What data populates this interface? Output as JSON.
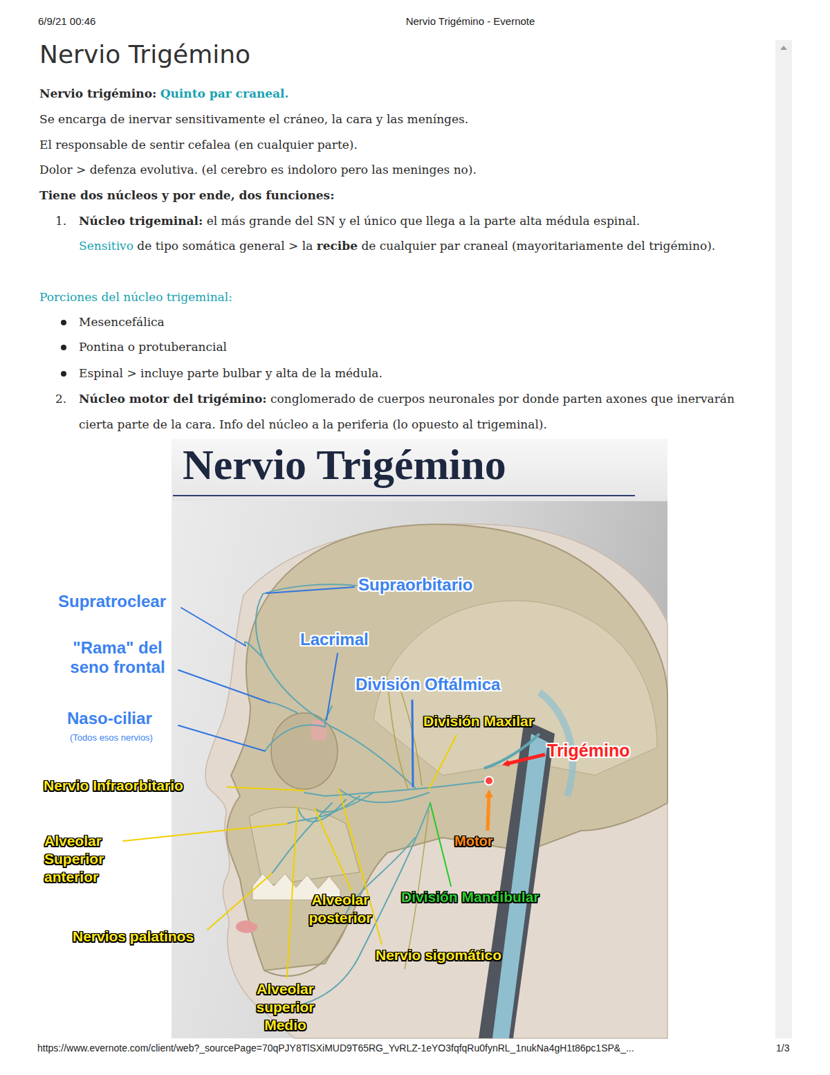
{
  "diagram": {
    "title": "Nervio Trigémino",
    "labels": [
      "6/9/21 00:46",
      "Nervio Trigémino - Evernote",
      "Nervio trigémino:",
      "Quinto par craneal.",
      "Se encarga de inervar sensitivamente el cráneo, la cara y las menínges.",
      "El responsable de sentir cefalea (en cualquier parte).",
      "Dolor > defenza evolutiva. (el cerebro es indoloro pero las meninges no).",
      "Tiene dos núcleos y por ende, dos funciones:",
      "1.",
      "Núcleo trigeminal:",
      "el más grande del SN y el único que llega a la parte alta médula espinal.",
      "Sensitivo",
      "de tipo somática general > la",
      "recibe",
      "de cualquier par craneal (mayoritariamente del trigémino).",
      "Porciones del núcleo trigeminal:",
      "Mesencefálica",
      "Pontina o protuberancial",
      "Espinal > incluye parte bulbar y alta de la médula.",
      "2.",
      "Núcleo motor del trigémino:",
      "conglomerado de cuerpos neuronales por donde parten axones que inervarán cierta parte de la cara. Info del núcleo a la periferia (lo opuesto al trigeminal).",
      "Nervio Trigémino",
      "Supraorbitario",
      "Supratroclear",
      "\"Rama\" del seno frontal",
      "Lacrimal",
      "División Oftálmica",
      "Naso-ciliar",
      "(Todos esos nervios)",
      "División Maxilar",
      "Trigémino",
      "Nervio Infraorbitario",
      "Motor",
      "Alveolar Superior anterior",
      "División Mandibular",
      "Alveolar posterior",
      "Nervios palatinos",
      "Nervio sigomático",
      "Alveolar superior Medio",
      "https://www.evernote.com/client/web?_sourcePage=70qPJY8TlSXiMUD9T65RG_YvRLZ-1eYO3fqfqRu0fynRL_1nukNa4gH1t86pc1SP&_...",
      "1/3"
    ]
  }
}
